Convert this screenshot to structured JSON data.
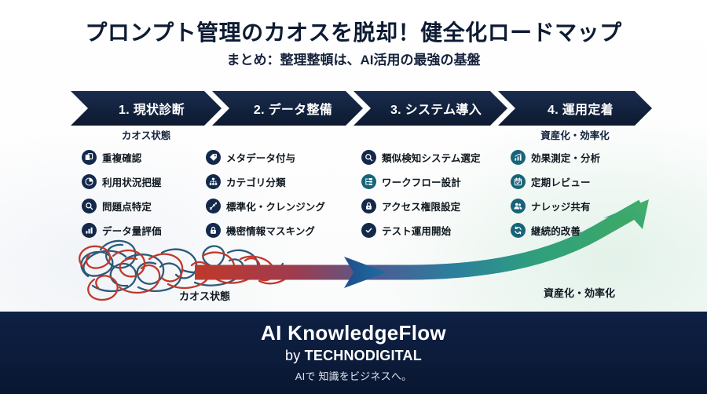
{
  "header": {
    "title": "プロンプト管理のカオスを脱却！健全化ロードマップ",
    "subtitle": "まとめ：整理整頓は、AI活用の最強の基盤"
  },
  "colors": {
    "navy": "#13294b",
    "teal": "#17647a",
    "chaos_red": "#c0392b",
    "chaos_blue": "#2d5a7a",
    "green": "#3faa63",
    "footer_bg": "#0b1b39"
  },
  "steps": [
    {
      "label": "1. 現状診断",
      "sub": "カオス状態",
      "items": [
        {
          "icon": "copy-icon",
          "icon_color": "navy",
          "text": "重複確認"
        },
        {
          "icon": "pie-chart-icon",
          "icon_color": "navy",
          "text": "利用状況把握"
        },
        {
          "icon": "search-icon",
          "icon_color": "navy",
          "text": "問題点特定"
        },
        {
          "icon": "bar-chart-icon",
          "icon_color": "navy",
          "text": "データ量評価"
        }
      ]
    },
    {
      "label": "2. データ整備",
      "sub": "",
      "items": [
        {
          "icon": "tag-icon",
          "icon_color": "navy",
          "text": "メタデータ付与"
        },
        {
          "icon": "sitemap-icon",
          "icon_color": "navy",
          "text": "カテゴリ分類"
        },
        {
          "icon": "broom-icon",
          "icon_color": "navy",
          "text": "標準化・クレンジング"
        },
        {
          "icon": "lock-icon",
          "icon_color": "navy",
          "text": "機密情報マスキング"
        }
      ]
    },
    {
      "label": "3. システム導入",
      "sub": "",
      "items": [
        {
          "icon": "search-icon",
          "icon_color": "navy",
          "text": "類似検知システム選定"
        },
        {
          "icon": "workflow-icon",
          "icon_color": "teal",
          "text": "ワークフロー設計"
        },
        {
          "icon": "lock-icon",
          "icon_color": "navy",
          "text": "アクセス権限設定"
        },
        {
          "icon": "check-circle-icon",
          "icon_color": "navy",
          "text": "テスト運用開始"
        }
      ]
    },
    {
      "label": "4. 運用定着",
      "sub": "資産化・効率化",
      "items": [
        {
          "icon": "chart-line-icon",
          "icon_color": "teal",
          "text": "効果測定・分析"
        },
        {
          "icon": "calendar-icon",
          "icon_color": "teal",
          "text": "定期レビュー"
        },
        {
          "icon": "users-icon",
          "icon_color": "teal",
          "text": "ナレッジ共有"
        },
        {
          "icon": "refresh-icon",
          "icon_color": "teal",
          "text": "継続的改善"
        }
      ]
    }
  ],
  "flow": {
    "chaos_caption": "カオス状態",
    "asset_caption": "資産化・効率化"
  },
  "footer": {
    "brand": "AI KnowledgeFlow",
    "by_prefix": "by ",
    "by_company": "TECHNODIGITAL",
    "tagline": "AIで 知識をビジネスへ。"
  }
}
